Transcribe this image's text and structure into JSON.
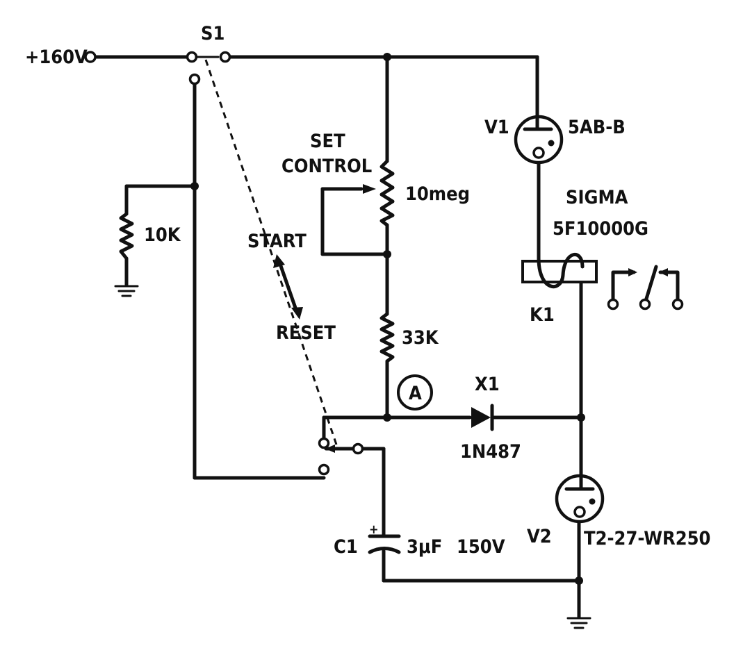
{
  "labels": {
    "supply": "+160V",
    "s1": "S1",
    "v1": "V1",
    "v1_part": "5AB-B",
    "set_control_1": "SET",
    "set_control_2": "CONTROL",
    "pot_value": "10meg",
    "r1_value": "10K",
    "start": "START",
    "reset": "RESET",
    "relay_1": "SIGMA",
    "relay_2": "5F10000G",
    "k1": "K1",
    "r2_value": "33K",
    "test_point": "A",
    "x1": "X1",
    "x1_part": "1N487",
    "c1": "C1",
    "c1_value": "3μF",
    "c1_voltage": "150V",
    "c1_polarity": "+",
    "v2": "V2",
    "v2_part": "T2-27-WR250"
  },
  "colors": {
    "ink": "#111111",
    "paper": "#ffffff"
  }
}
